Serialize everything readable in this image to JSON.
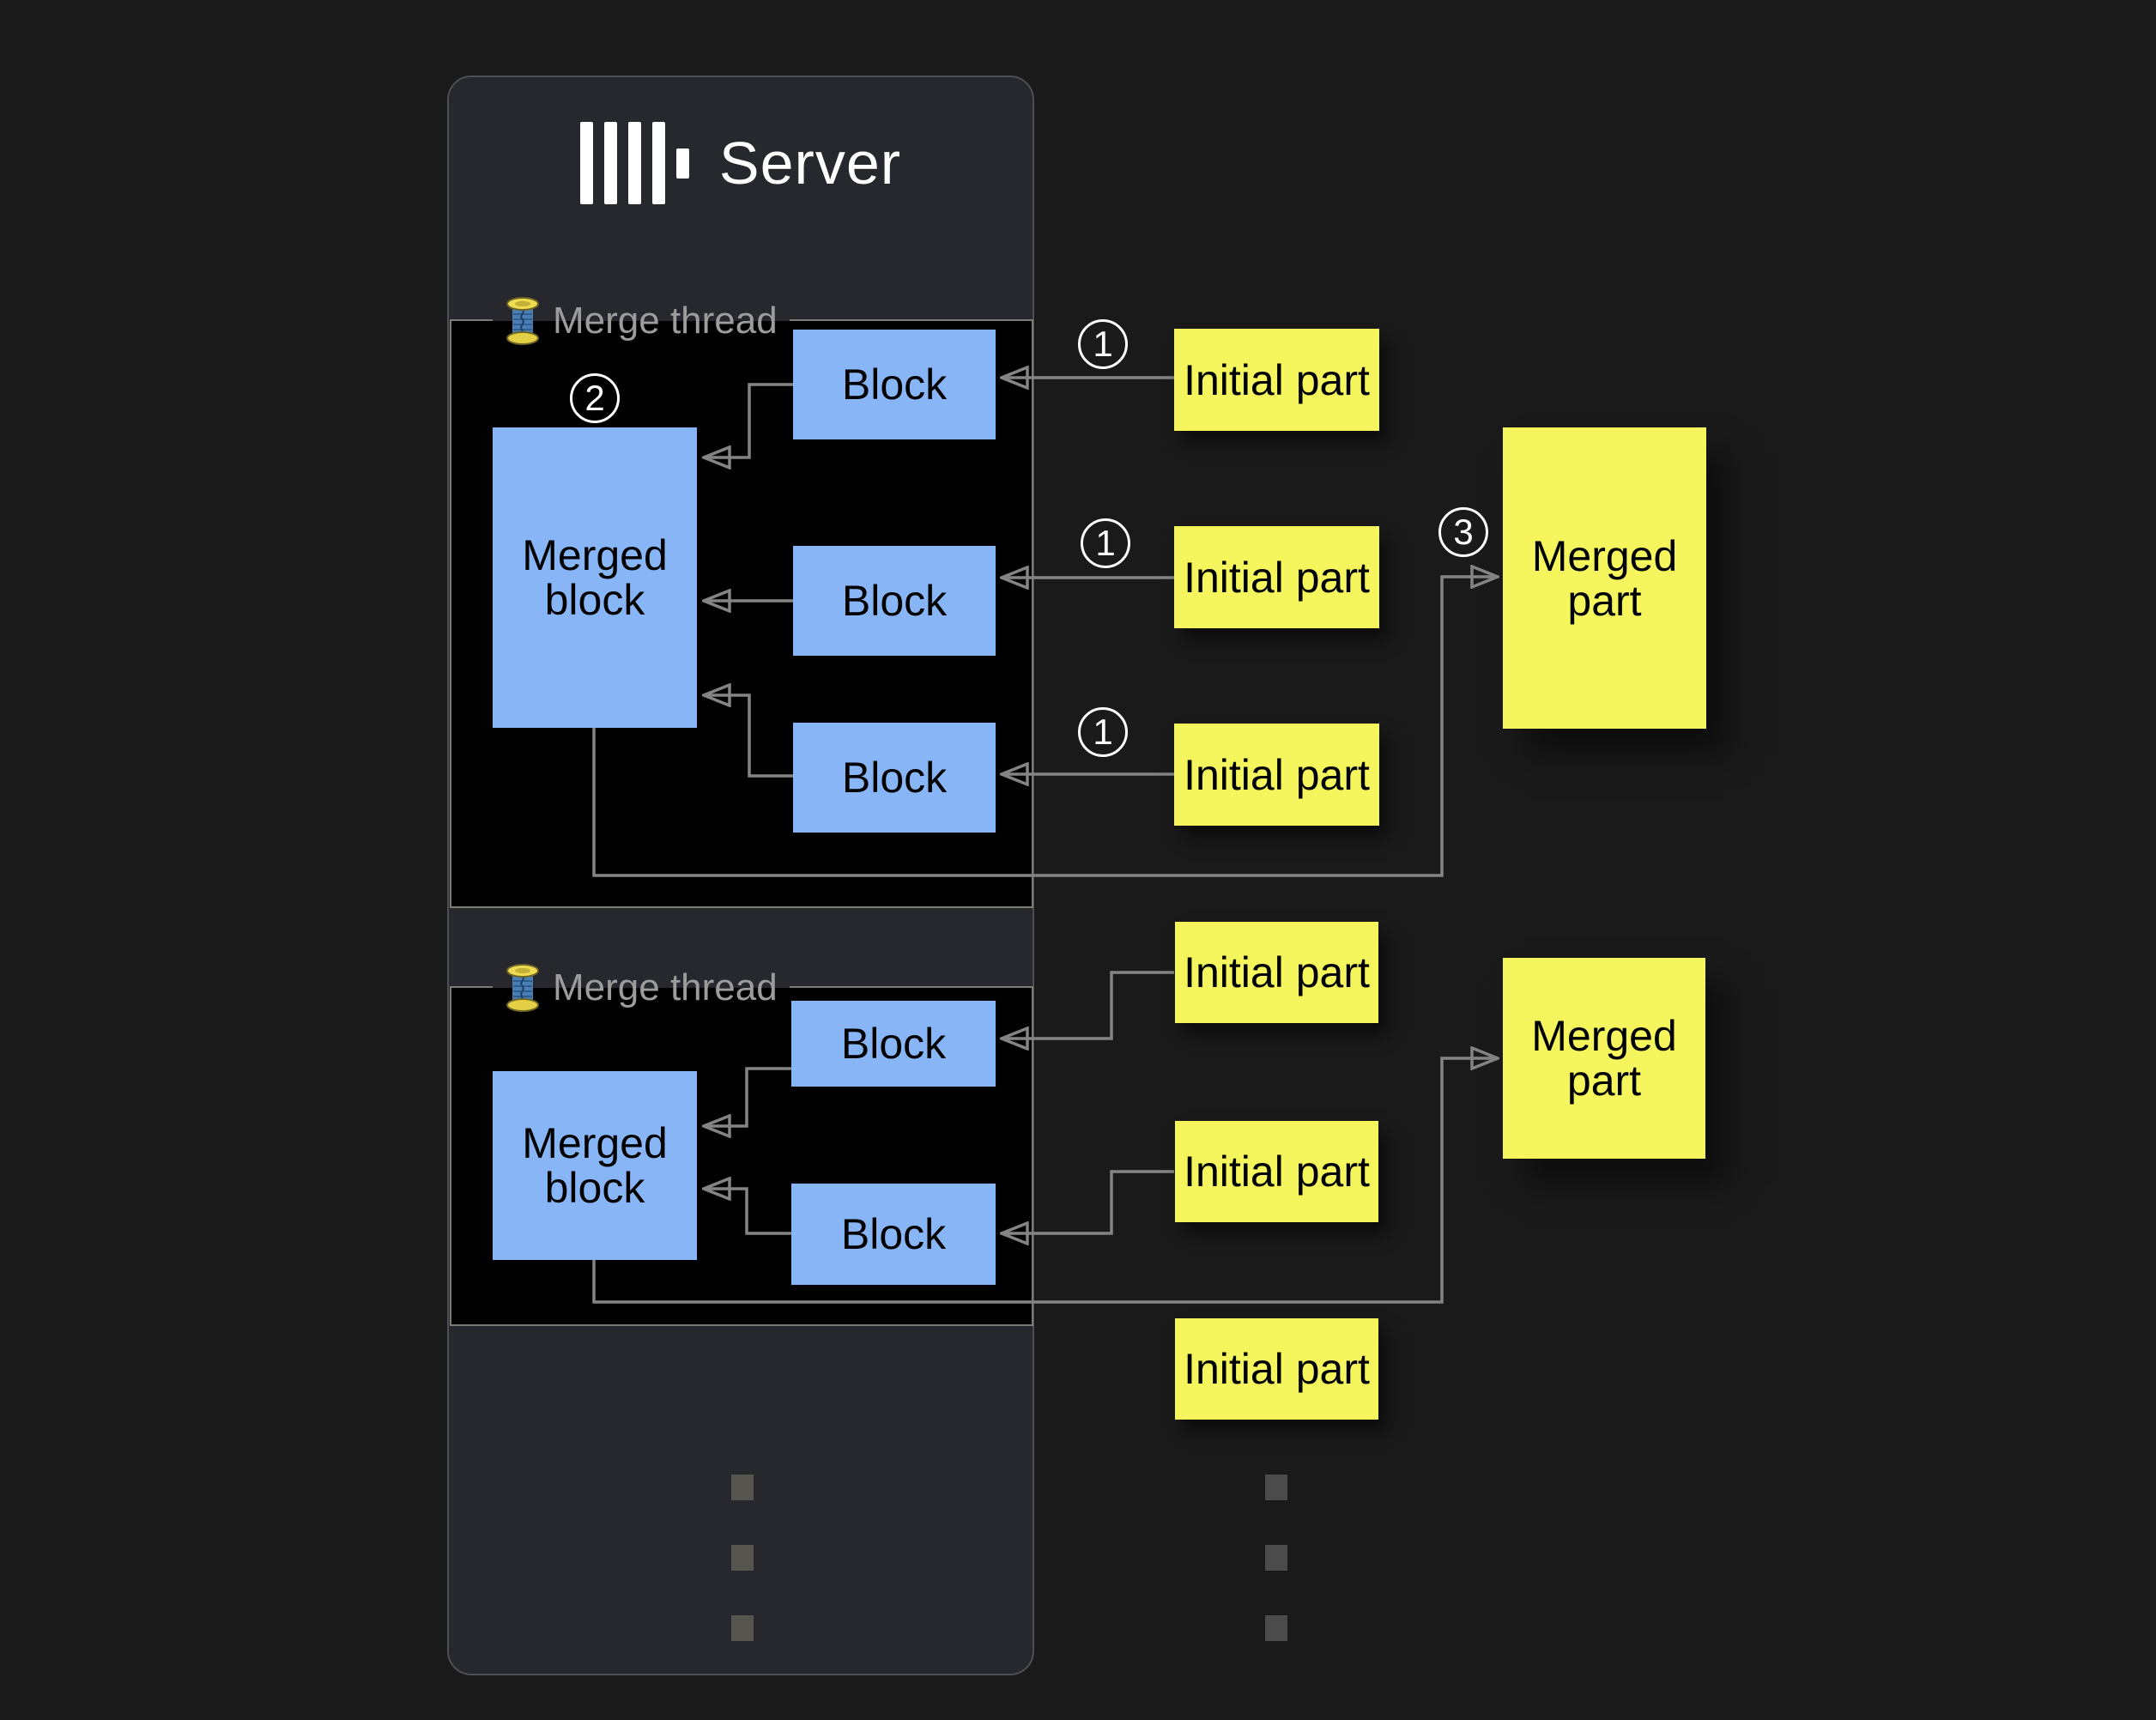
{
  "colors": {
    "background": "#1a1a1a",
    "server_panel": "#27272e",
    "thread_box_fill": "#000000",
    "thread_box_border": "#7d7d76",
    "block_blue": "#88b5f5",
    "part_yellow": "#f5f55e",
    "connector_gray": "#848484",
    "legend_gray": "#9c9c9c",
    "title_white": "#ffffff"
  },
  "server": {
    "title": "Server",
    "logo_icon": "clickhouse-logo"
  },
  "threads": [
    {
      "label": "Merge thread",
      "icon": "thread-spool-emoji",
      "step_marker": "2",
      "merged_block_label": "Merged block",
      "blocks": [
        {
          "label": "Block"
        },
        {
          "label": "Block"
        },
        {
          "label": "Block"
        }
      ]
    },
    {
      "label": "Merge thread",
      "icon": "thread-spool-emoji",
      "merged_block_label": "Merged block",
      "blocks": [
        {
          "label": "Block"
        },
        {
          "label": "Block"
        }
      ]
    }
  ],
  "initial_parts": [
    {
      "label": "Initial part",
      "step_marker": "1"
    },
    {
      "label": "Initial part",
      "step_marker": "1"
    },
    {
      "label": "Initial part",
      "step_marker": "1"
    },
    {
      "label": "Initial part"
    },
    {
      "label": "Initial part"
    },
    {
      "label": "Initial part"
    }
  ],
  "merged_parts": [
    {
      "label": "Merged part",
      "step_marker": "3"
    },
    {
      "label": "Merged part"
    }
  ]
}
